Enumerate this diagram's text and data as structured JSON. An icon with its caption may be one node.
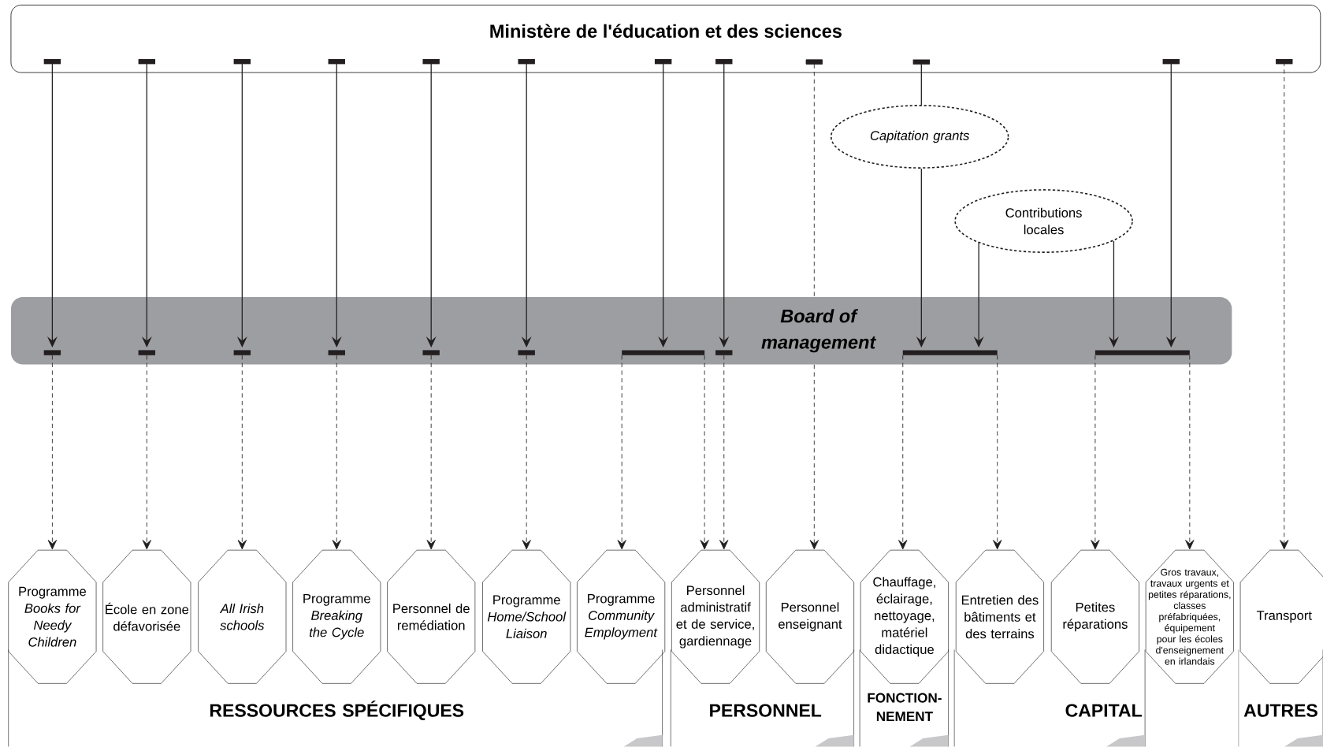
{
  "diagram": {
    "nodes": [
      {
        "text": [
          "Ministère de l'éducation et des sciences"
        ]
      },
      {
        "text": [
          "Capitation grants"
        ]
      },
      {
        "text": [
          "Contributions locales"
        ]
      },
      {
        "text": [
          "Board of management"
        ]
      },
      {
        "text": [
          "Programme *Books for Needy Children*"
        ]
      },
      {
        "text": [
          "École en zone défavorisée"
        ]
      },
      {
        "text": [
          "All Irish schools"
        ]
      },
      {
        "text": [
          "Programme *Breaking the Cycle*"
        ]
      },
      {
        "text": [
          "Personnel de remédiation"
        ]
      },
      {
        "text": [
          "Programme *Home/School Liaison*"
        ]
      },
      {
        "text": [
          "Programme *Community Employment*"
        ]
      },
      {
        "text": [
          "Personnel administratif et de service, gardiennage"
        ]
      },
      {
        "text": [
          "Personnel enseignant"
        ]
      },
      {
        "text": [
          "Chauffage, éclairage, nettoyage, matériel didactique"
        ]
      },
      {
        "text": [
          "Entretien des bâtiments et des terrains"
        ]
      },
      {
        "text": [
          "Petites réparations"
        ]
      },
      {
        "text": [
          "Gros travaux, travaux urgents et petites réparations, classes préfabriquées, équipement pour les écoles d'enseignement en irlandais"
        ]
      },
      {
        "text": [
          "Transport"
        ]
      },
      {
        "text": [
          "RESSOURCES SPÉCIFIQUES"
        ]
      },
      {
        "text": [
          "PERSONNEL"
        ]
      },
      {
        "text": [
          "FONCTION-NEMENT"
        ]
      },
      {
        "text": [
          "CAPITAL"
        ]
      },
      {
        "text": [
          "AUTRES"
        ]
      }
    ],
    "edges": [
      {
        "from": 0,
        "to": 3,
        "arrow": "to"
      },
      {
        "from": 0,
        "to": 3,
        "arrow": "to"
      },
      {
        "from": 0,
        "to": 3,
        "arrow": "to"
      },
      {
        "from": 0,
        "to": 3,
        "arrow": "to"
      },
      {
        "from": 0,
        "to": 3,
        "arrow": "to"
      },
      {
        "from": 0,
        "to": 3,
        "arrow": "to"
      },
      {
        "from": 0,
        "to": 3,
        "arrow": "to"
      },
      {
        "from": 0,
        "to": 3,
        "arrow": "to"
      },
      {
        "from": 0,
        "to": 1,
        "arrow": "other"
      },
      {
        "from": 1,
        "to": 3,
        "arrow": "to"
      },
      {
        "from": 2,
        "to": 3,
        "arrow": "to"
      },
      {
        "from": 2,
        "to": 3,
        "arrow": "to"
      },
      {
        "from": 0,
        "to": 3,
        "arrow": "to"
      },
      {
        "from": 0,
        "to": 3,
        "arrow": "other",
        "style": "dashed"
      },
      {
        "from": 0,
        "to": 17,
        "arrow": "to",
        "style": "dashed"
      },
      {
        "from": 3,
        "to": 4,
        "arrow": "to",
        "style": "dashed"
      },
      {
        "from": 3,
        "to": 5,
        "arrow": "to",
        "style": "dashed"
      },
      {
        "from": 3,
        "to": 6,
        "arrow": "to",
        "style": "dashed"
      },
      {
        "from": 3,
        "to": 7,
        "arrow": "to",
        "style": "dashed"
      },
      {
        "from": 3,
        "to": 8,
        "arrow": "to",
        "style": "dashed"
      },
      {
        "from": 3,
        "to": 9,
        "arrow": "to",
        "style": "dashed"
      },
      {
        "from": 3,
        "to": 10,
        "arrow": "to",
        "style": "dashed"
      },
      {
        "from": 3,
        "to": 11,
        "arrow": "to",
        "style": "dashed"
      },
      {
        "from": 3,
        "to": 11,
        "arrow": "to",
        "style": "dashed"
      },
      {
        "from": 3,
        "to": 12,
        "arrow": "to",
        "style": "dashed"
      },
      {
        "from": 3,
        "to": 13,
        "arrow": "to",
        "style": "dashed"
      },
      {
        "from": 3,
        "to": 14,
        "arrow": "to",
        "style": "dashed"
      },
      {
        "from": 3,
        "to": 15,
        "arrow": "to",
        "style": "dashed"
      },
      {
        "from": 3,
        "to": 16,
        "arrow": "to",
        "style": "dashed"
      }
    ]
  }
}
